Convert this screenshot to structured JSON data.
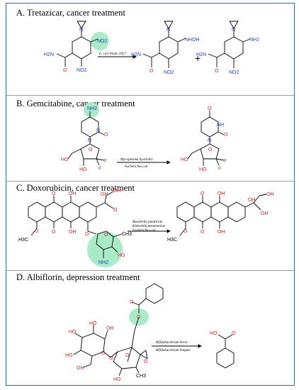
{
  "colors": {
    "frame": "#1f6fb5",
    "bond": "#000000",
    "nitrogen": "#1e3fcf",
    "oxygen": "#e02020",
    "fluorine": "#2a9a2a",
    "highlight": "#a8ebc6"
  },
  "panels": [
    {
      "title": "A.  Tretazicar, cancer treatment",
      "conditions": [
        "E. coli Nissle 1917"
      ],
      "plus": "+",
      "atoms": {
        "no2": "NO2",
        "nhoh": "NHOH",
        "nh2": "NH2",
        "h2n": "H2N",
        "o": "O",
        "n": "N"
      }
    },
    {
      "title": "B. Gemcitabine, cancer treatment",
      "conditions": [
        "Mycoplasma hyorhinis",
        "Escherichia coli"
      ],
      "atoms": {
        "nh2": "NH2",
        "nh": "NH",
        "n": "N",
        "o": "O",
        "ho": "HO",
        "f": "F"
      }
    },
    {
      "title": "C. Doxorubicin, cancer treatment",
      "conditions": [
        "Raoultella planticola",
        "Klebsiella pneumoniae",
        "Escherichia coli"
      ],
      "atoms": {
        "o": "O",
        "oh": "OH",
        "ho": "HO",
        "och3": "H3C",
        "nh2": "NH2",
        "ch3": "CH3"
      }
    },
    {
      "title": "D. Albiflorin, depression treatment",
      "conditions": [
        "Bifidobacterium breve",
        "Bifidobacterium longum"
      ],
      "atoms": {
        "o": "O",
        "ho": "HO",
        "oh": "OH",
        "ch3": "CH3"
      }
    }
  ]
}
